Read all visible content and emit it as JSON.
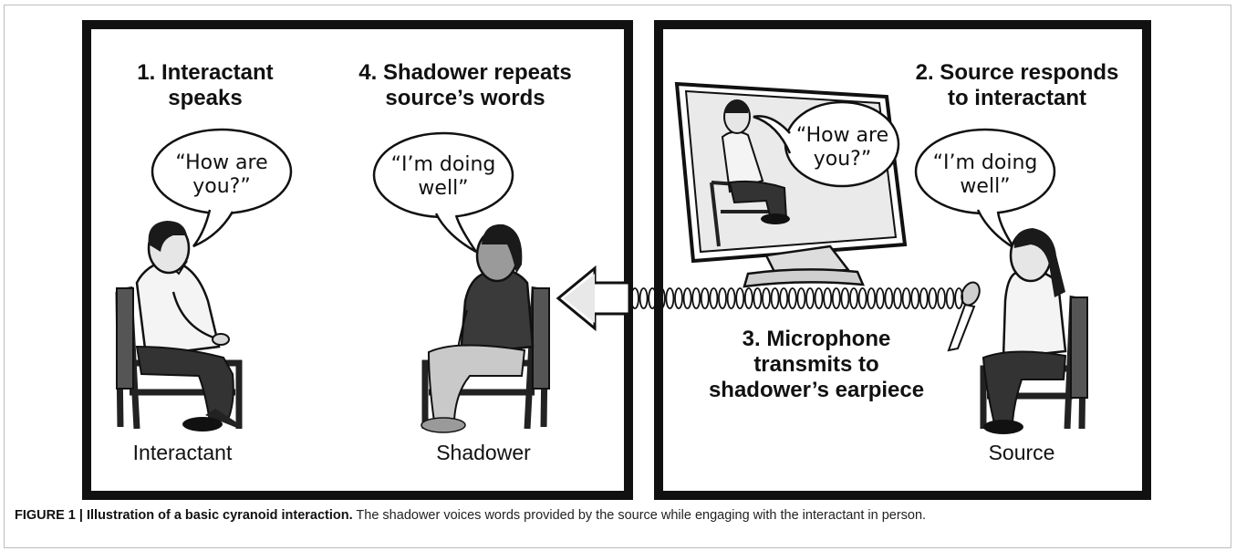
{
  "panels": {
    "left": {
      "step1": "1. Interactant\nspeaks",
      "step4": "4. Shadower repeats\nsource’s words",
      "bubble_interactant": "“How are\nyou?”",
      "bubble_shadower": "“I’m doing\nwell”",
      "label_interactant": "Interactant",
      "label_shadower": "Shadower"
    },
    "right": {
      "step2": "2. Source responds\nto interactant",
      "step3": "3. Microphone\ntransmits to\nshadower’s earpiece",
      "bubble_screen": "“How are\nyou?”",
      "bubble_source": "“I’m doing\nwell”",
      "label_source": "Source"
    }
  },
  "caption": {
    "title": "FIGURE 1 | Illustration of a basic cyranoid interaction.",
    "text": " The shadower voices words provided by the source while engaging with the interactant in person."
  }
}
